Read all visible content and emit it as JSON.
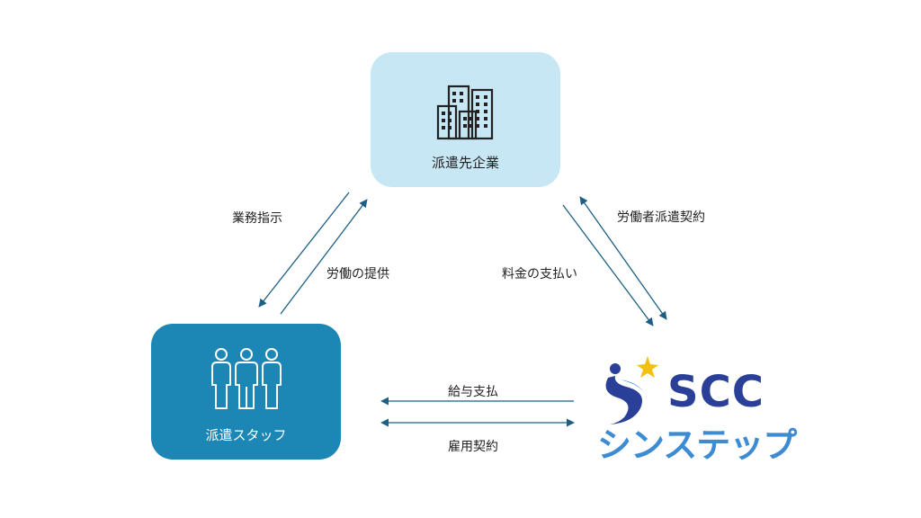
{
  "nodes": {
    "client": {
      "label": "派遣先企業",
      "icon": "office-buildings-icon"
    },
    "staff": {
      "label": "派遣スタッフ",
      "icon": "people-group-icon"
    },
    "agency": {
      "brand": "SCC",
      "brand_kana": "シンステップ",
      "icon": "swoosh-star-logo"
    }
  },
  "edges": {
    "work_instruction": "業務指示",
    "labor_provision": "労働の提供",
    "fee_payment": "料金の支払い",
    "dispatch_contract": "労働者派遣契約",
    "salary_payment": "給与支払",
    "employment_contract": "雇用契約"
  },
  "colors": {
    "client_bg": "#c8e7f5",
    "staff_bg": "#1c86b5",
    "arrow": "#1c5f86",
    "brand_dark": "#2a3f97",
    "brand_light": "#3c8bd3",
    "star": "#f2c010"
  }
}
